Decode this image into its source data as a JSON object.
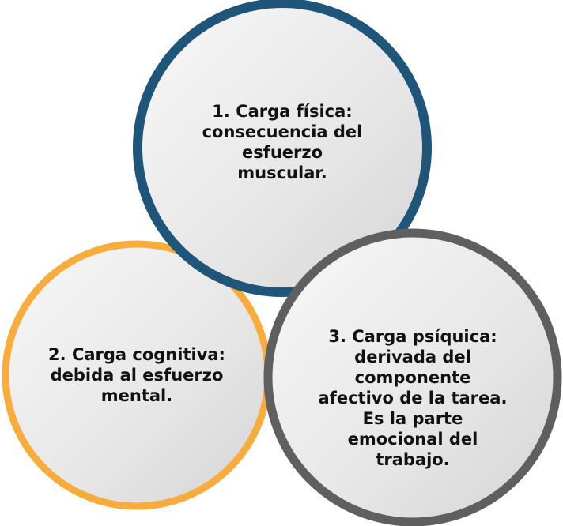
{
  "circles": [
    {
      "id": "physical",
      "lines": [
        "1. Carga física:",
        "consecuencia del",
        "esfuerzo",
        "muscular."
      ],
      "ring_color": "#1e5578"
    },
    {
      "id": "cognitive",
      "lines": [
        "2. Carga cognitiva:",
        "debida al esfuerzo",
        "mental."
      ],
      "ring_color": "#f7ac3b"
    },
    {
      "id": "psychic",
      "lines": [
        "3. Carga psíquica:",
        "derivada del",
        "componente",
        "afectivo de la tarea.",
        "Es la parte",
        "emocional del",
        "trabajo."
      ],
      "ring_color": "#5f5f5f"
    }
  ],
  "colors": {
    "fill_light": "#f7f7f7",
    "fill_dark": "#d7d7d7",
    "text": "#111111"
  }
}
